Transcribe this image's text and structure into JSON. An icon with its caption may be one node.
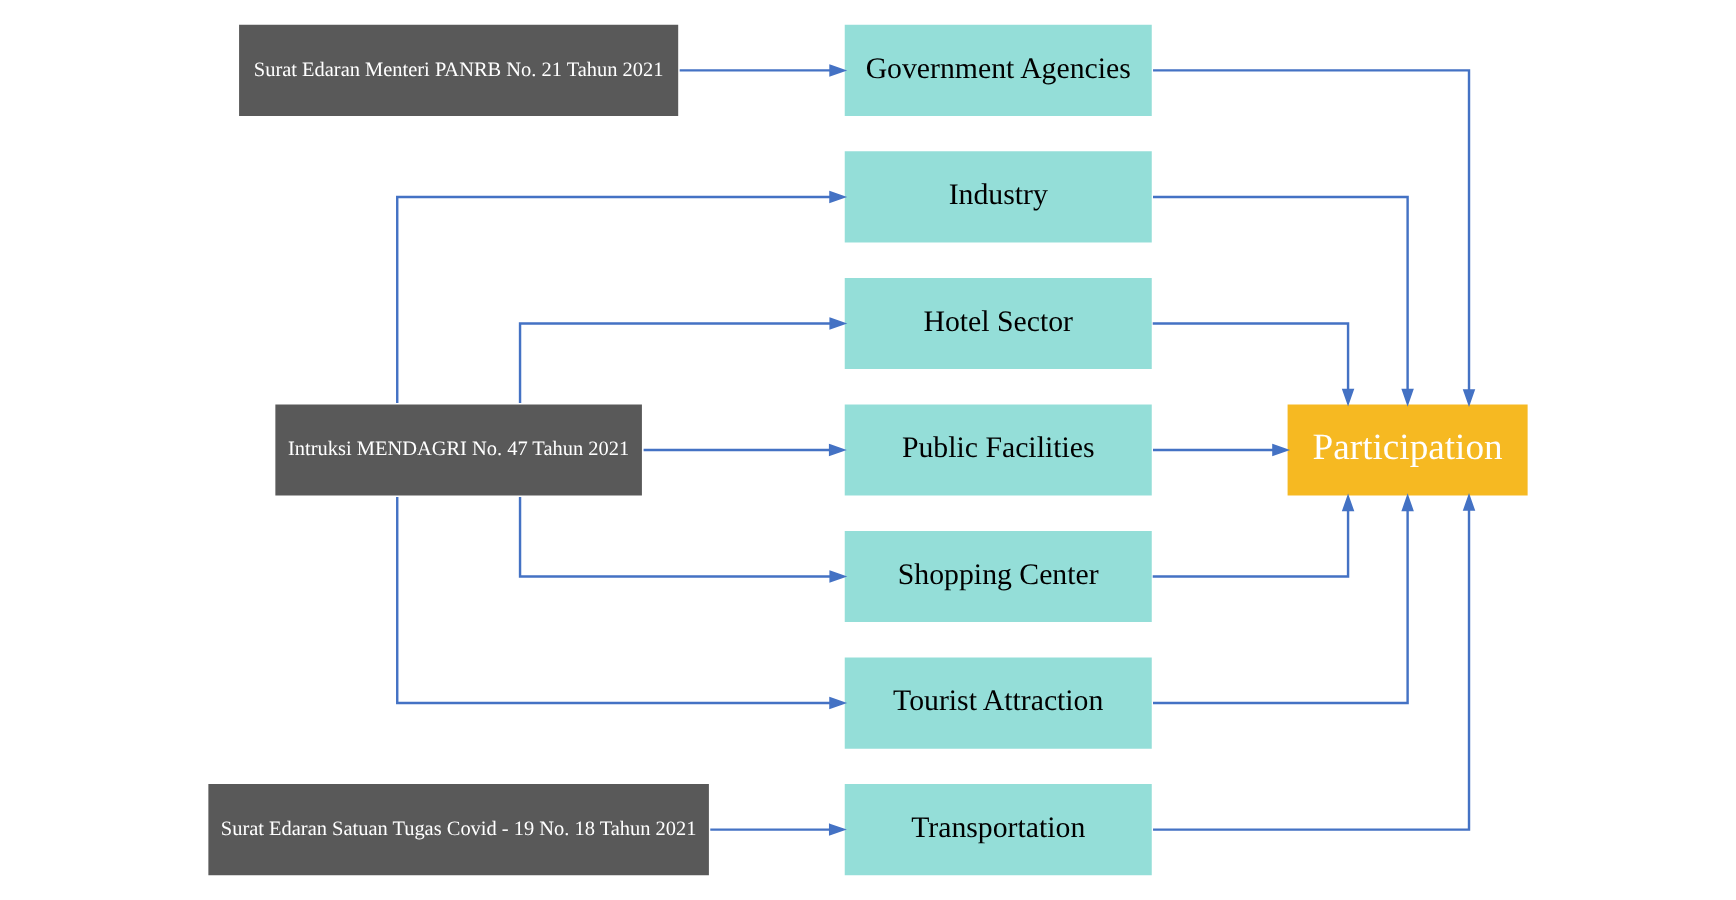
{
  "diagram": {
    "nodes": [
      {
        "text": [
          "Surat Edaran Menteri PANRB No. 21 Tahun 2021"
        ]
      },
      {
        "text": [
          "Intruksi MENDAGRI No. 47 Tahun 2021"
        ]
      },
      {
        "text": [
          "Surat Edaran Satuan Tugas Covid - 19 No. 18 Tahun 2021"
        ]
      },
      {
        "text": [
          "Government Agencies"
        ]
      },
      {
        "text": [
          "Industry"
        ]
      },
      {
        "text": [
          "Hotel Sector"
        ]
      },
      {
        "text": [
          "Public Facilities"
        ]
      },
      {
        "text": [
          "Shopping Center"
        ]
      },
      {
        "text": [
          "Tourist Attraction"
        ]
      },
      {
        "text": [
          "Transportation"
        ]
      },
      {
        "text": [
          "Participation"
        ]
      }
    ],
    "edges": [
      {
        "from": 0,
        "to": 3,
        "arrow": "to"
      },
      {
        "from": 1,
        "to": 4,
        "arrow": "to"
      },
      {
        "from": 1,
        "to": 5,
        "arrow": "to"
      },
      {
        "from": 1,
        "to": 6,
        "arrow": "to"
      },
      {
        "from": 1,
        "to": 7,
        "arrow": "to"
      },
      {
        "from": 1,
        "to": 8,
        "arrow": "to"
      },
      {
        "from": 2,
        "to": 9,
        "arrow": "to"
      },
      {
        "from": 3,
        "to": 10,
        "arrow": "to"
      },
      {
        "from": 4,
        "to": 10,
        "arrow": "to"
      },
      {
        "from": 5,
        "to": 10,
        "arrow": "to"
      },
      {
        "from": 6,
        "to": 10,
        "arrow": "to"
      },
      {
        "from": 7,
        "to": 10,
        "arrow": "to"
      },
      {
        "from": 8,
        "to": 10,
        "arrow": "to"
      },
      {
        "from": 9,
        "to": 10,
        "arrow": "to"
      }
    ]
  }
}
